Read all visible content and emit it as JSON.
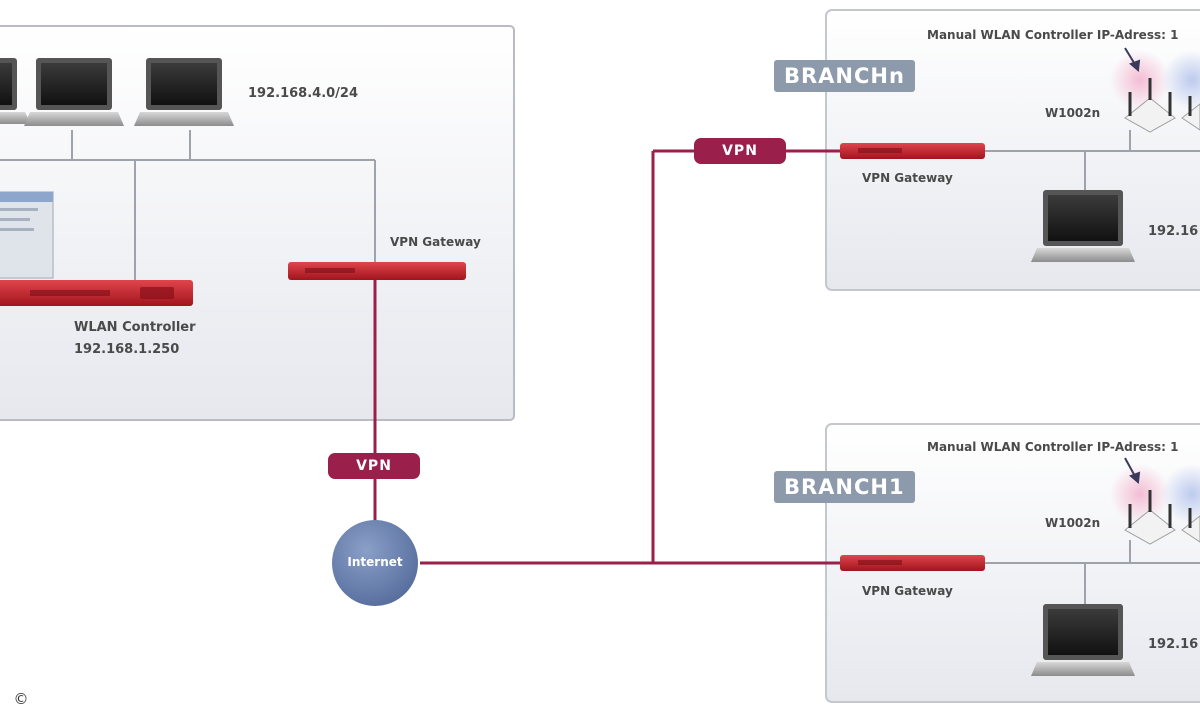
{
  "hq": {
    "subnet": "192.168.4.0/24",
    "vpn_gateway": "VPN Gateway",
    "wlan_controller": "WLAN Controller",
    "wlan_controller_ip": "192.168.1.250"
  },
  "vpn_label": "VPN",
  "internet_label": "Internet",
  "branches": [
    {
      "tag": "BRANCHn",
      "header": "Manual WLAN Controller IP-Adress: 1",
      "ap_model": "W1002n",
      "vpn_gateway": "VPN Gateway",
      "subnet": "192.16"
    },
    {
      "tag": "BRANCH1",
      "header": "Manual WLAN Controller IP-Adress: 1",
      "ap_model": "W1002n",
      "vpn_gateway": "VPN Gateway",
      "subnet": "192.16"
    }
  ],
  "copyright": "©",
  "colors": {
    "accent": "#9a1f4a",
    "gateway_red": "#c8222d",
    "internet_blue": "#6d84b0",
    "tag_gray": "#8d9aab"
  }
}
